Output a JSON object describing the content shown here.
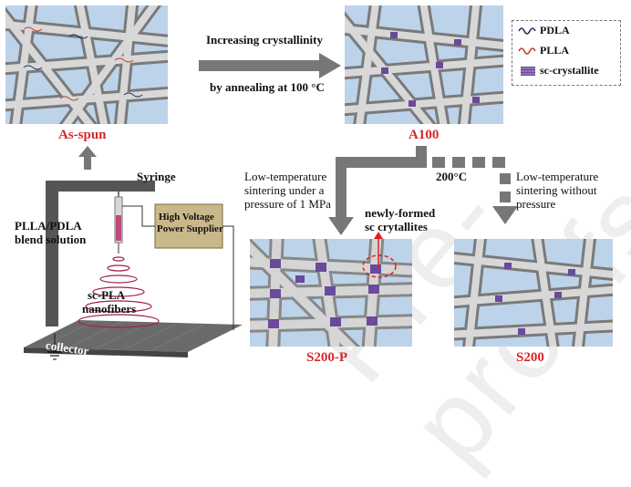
{
  "labels": {
    "as_spun": "As-spun",
    "a100": "A100",
    "s200p": "S200-P",
    "s200": "S200",
    "arrow_top_line1": "Increasing crystallinity",
    "arrow_top_line2": "by annealing at 100 °C",
    "sinter_pressure_1": "Low-temperature",
    "sinter_pressure_2": "sintering under a",
    "sinter_pressure_3": "pressure of 1 MPa",
    "temp": "200°C",
    "sinter_nopressure_1": "Low-temperature",
    "sinter_nopressure_2": "sintering without",
    "sinter_nopressure_3": "pressure",
    "newly_formed_1": "newly-formed",
    "newly_formed_2": "sc crytallites",
    "syringe": "Syringe",
    "solution_1": "PLLA/PDLA",
    "solution_2": "blend solution",
    "hv_1": "High Voltage",
    "hv_2": "Power Supplier",
    "fibers_1": "sc-PLA",
    "fibers_2": "nanofibers",
    "collector": "collector"
  },
  "legend": [
    {
      "label": "PDLA",
      "icon": "pdla-chain-icon",
      "color": "#1c2a5e"
    },
    {
      "label": "PLLA",
      "icon": "plla-chain-icon",
      "color": "#c0392b"
    },
    {
      "label": "sc-crystallite",
      "icon": "sc-crystallite-icon",
      "color": "#6a4a9c"
    }
  ],
  "watermark": "Pre-proofs",
  "colors": {
    "accent_red": "#d62828",
    "sky": "#bcd3ea",
    "fiber": "#b9b9b9",
    "arrow": "#777777"
  }
}
